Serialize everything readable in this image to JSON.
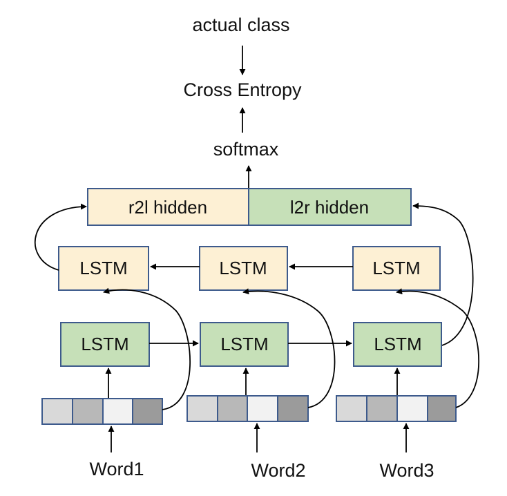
{
  "labels": {
    "actual_class": "actual class",
    "cross_entropy": "Cross Entropy",
    "softmax": "softmax"
  },
  "hidden": {
    "r2l": "r2l hidden",
    "l2r": "l2r hidden"
  },
  "lstm_label": "LSTM",
  "words": [
    "Word1",
    "Word2",
    "Word3"
  ],
  "colors": {
    "r2l_fill": "#fdf0d4",
    "l2r_fill": "#c6e0b8",
    "border": "#3d5a8c",
    "embedding_cells": [
      "#d9d9d9",
      "#b8b8b8",
      "#f2f2f2",
      "#9b9b9b"
    ]
  }
}
